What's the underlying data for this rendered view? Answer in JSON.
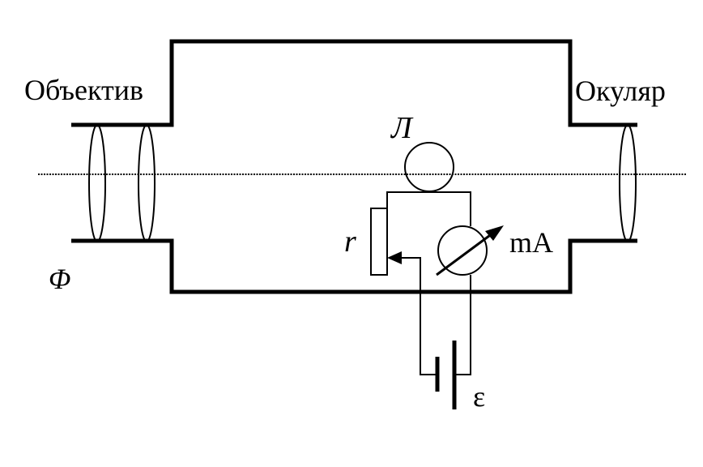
{
  "labels": {
    "objective": "Объектив",
    "eyepiece": "Окуляр",
    "lamp": "Л",
    "resistor": "r",
    "milliammeter": "mA",
    "filter": "Φ",
    "emf": "ε"
  },
  "colors": {
    "stroke": "#000000",
    "background": "#ffffff"
  }
}
